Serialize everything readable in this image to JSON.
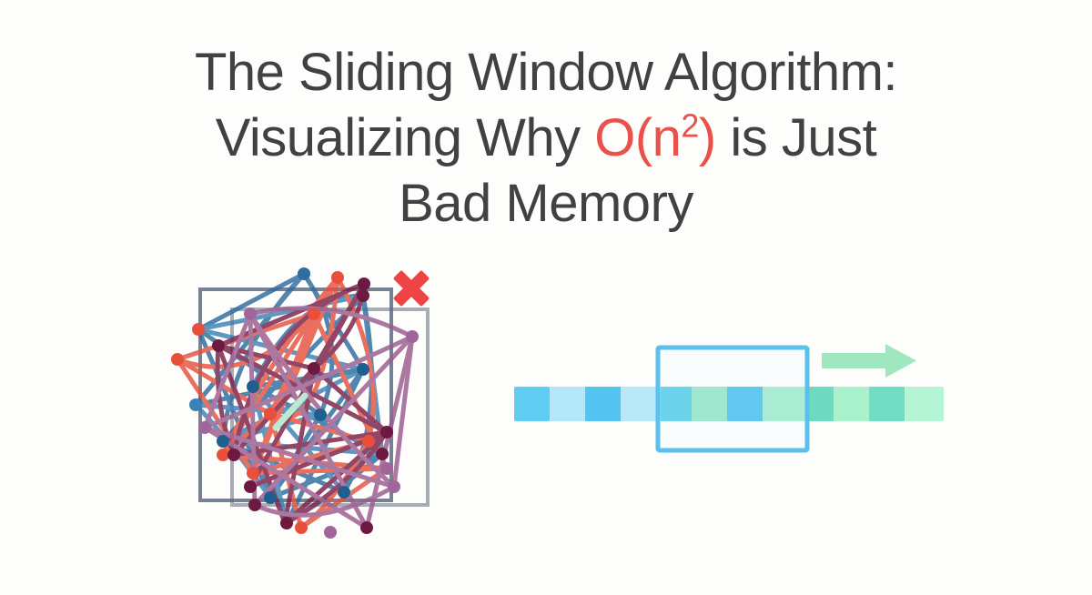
{
  "slide": {
    "background_color": "#fdfdfb",
    "title": {
      "line1": "The Sliding Window Algorithm:",
      "line2_prefix": "Visualizing Why ",
      "line2_highlight_base": "O(n",
      "line2_highlight_exp": "2",
      "line2_highlight_close": ")",
      "line2_suffix": " is Just",
      "line3": "Bad Memory",
      "text_color": "#414141",
      "highlight_color": "#e8524a"
    }
  },
  "figures": {
    "tangled_graph": {
      "name": "tangled-network-graph",
      "meaning": "brute force O(n^2) tangled recomputation",
      "frame_color": "#5f6b80",
      "edge_colors": [
        "#2e6d9e",
        "#e8503c",
        "#7a1f47",
        "#9b5c8f",
        "#3c81b5"
      ],
      "node_colors": [
        "#1f5f8f",
        "#e8503c",
        "#6e1a40",
        "#a06699"
      ],
      "marker": {
        "name": "red-x-mark",
        "color": "#ef4444",
        "glyph": "X"
      },
      "node_count": 34,
      "edge_count": 78
    },
    "sliding_window": {
      "name": "sliding-window-diagram",
      "meaning": "efficient O(n) single pass window",
      "track": {
        "cell_count": 12,
        "cell_colors": [
          "#62cdf2",
          "#b4e7f7",
          "#55c4f0",
          "#b9e8f8",
          "#6bd3ea",
          "#9fe8cf",
          "#63c8ef",
          "#abecd5",
          "#6fd9c2",
          "#a9f2cd",
          "#72dcc4",
          "#b6f4d6"
        ]
      },
      "window": {
        "name": "window-rectangle",
        "border_color": "#5bc0eb",
        "fill_color": "#f4fbfe",
        "covers_cells": [
          5,
          6,
          7,
          8
        ]
      },
      "arrow": {
        "name": "slide-direction-arrow",
        "color": "#9fe8bf",
        "direction": "right"
      }
    }
  }
}
